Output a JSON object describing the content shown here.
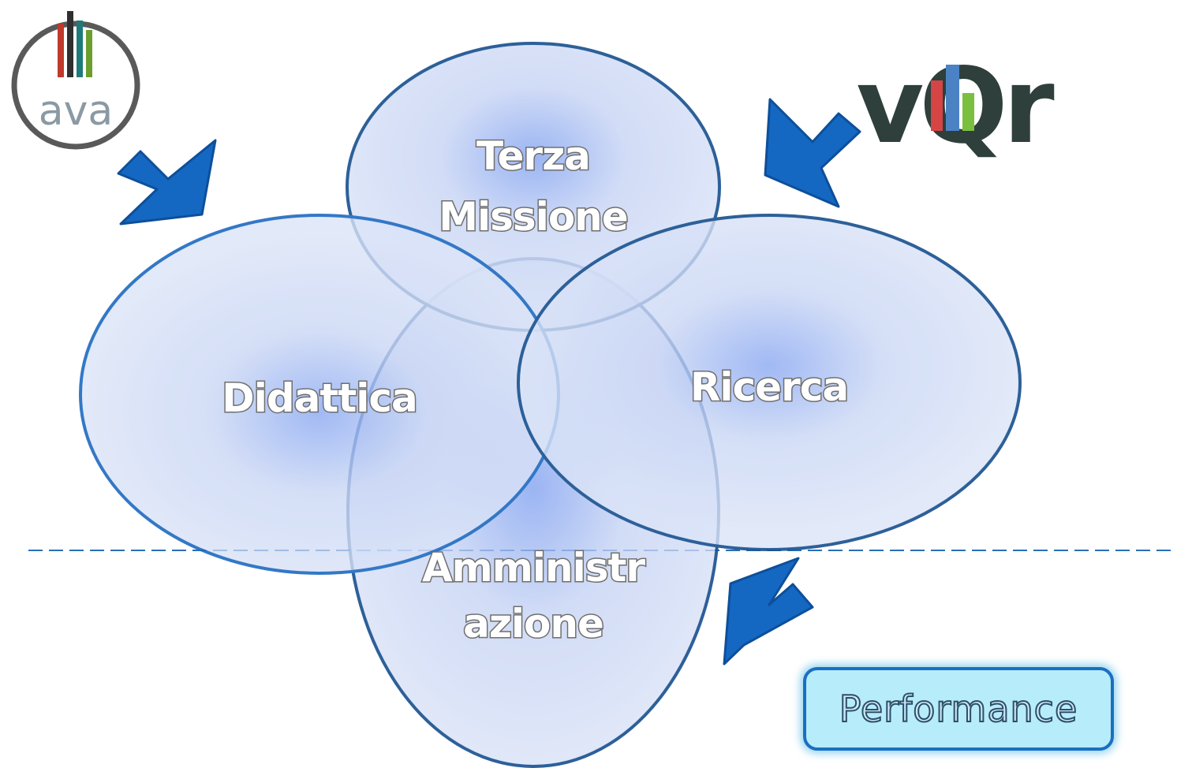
{
  "diagram": {
    "ellipses": [
      {
        "id": "terza-missione",
        "lines": [
          "Terza",
          "Missione"
        ]
      },
      {
        "id": "didattica",
        "lines": [
          "Didattica"
        ]
      },
      {
        "id": "ricerca",
        "lines": [
          "Ricerca"
        ]
      },
      {
        "id": "amministrazione",
        "lines": [
          "Amministr",
          "azione"
        ]
      }
    ],
    "performance_label": "Performance",
    "colors": {
      "ellipse_fill": "#d5dff5",
      "ellipse_glow": "#7c9ef0",
      "ellipse_stroke": "#1b5fa8",
      "arrow": "#1468c2",
      "dashed_line": "#2a6fb5",
      "performance_fill": "#b7ecfb"
    }
  },
  "logos": {
    "ava": {
      "text": "ava",
      "icon": "ava-logo-icon"
    },
    "vqr": {
      "text": "vQr",
      "icon": "vqr-logo-icon"
    }
  }
}
